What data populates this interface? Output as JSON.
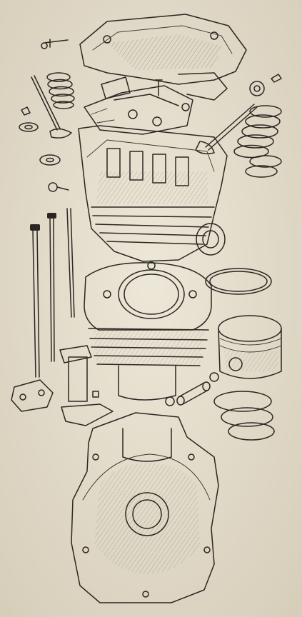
{
  "figure": {
    "kind": "exploded engine assembly illustration",
    "style": "pen-and-ink line drawing on aged paper",
    "colors": {
      "paper": "#e6dfcf",
      "ink": "#2b2621",
      "shadow": "#c8bfac"
    },
    "components": [
      "rocker-box-cover",
      "valve-springs",
      "rocker-arms",
      "inlet-valve",
      "exhaust-valve",
      "valve-collets",
      "cylinder-head",
      "pushrods",
      "head-bolts",
      "cylinder-barrel",
      "head-gasket",
      "piston",
      "piston-rings",
      "gudgeon-pin",
      "circlips",
      "pushrod-tube",
      "tappet-block",
      "crankcase-half"
    ]
  },
  "labels": []
}
